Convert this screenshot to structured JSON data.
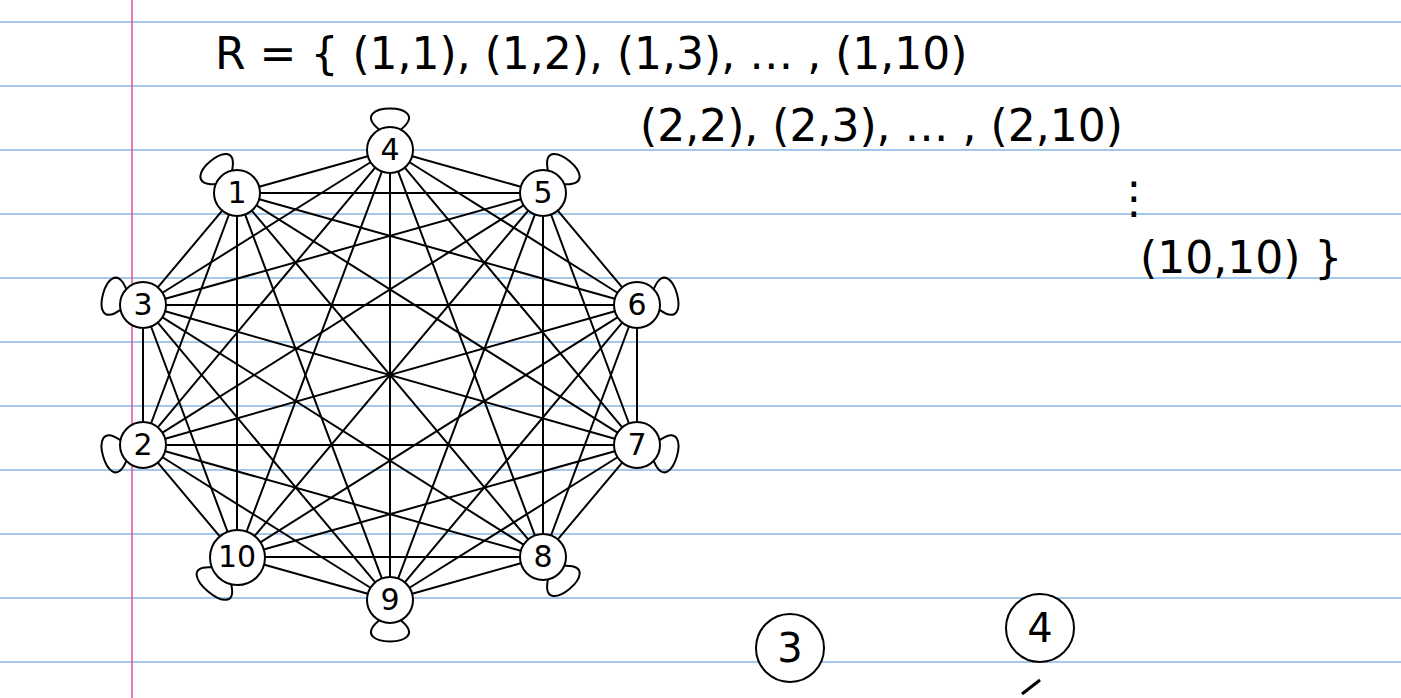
{
  "diagram": {
    "nodes": [
      {
        "text": [
          "1"
        ]
      },
      {
        "text": [
          "2"
        ]
      },
      {
        "text": [
          "3"
        ]
      },
      {
        "text": [
          "4"
        ]
      },
      {
        "text": [
          "5"
        ]
      },
      {
        "text": [
          "6"
        ]
      },
      {
        "text": [
          "7"
        ]
      },
      {
        "text": [
          "8"
        ]
      },
      {
        "text": [
          "9"
        ]
      },
      {
        "text": [
          "10"
        ]
      },
      {
        "text": [
          "3"
        ]
      },
      {
        "text": [
          "4"
        ]
      }
    ],
    "edges": [
      {
        "from": 0,
        "to": 0,
        "arrow": "none"
      },
      {
        "from": 0,
        "to": 1,
        "arrow": "none"
      },
      {
        "from": 0,
        "to": 2,
        "arrow": "none"
      },
      {
        "from": 0,
        "to": 3,
        "arrow": "none"
      },
      {
        "from": 0,
        "to": 4,
        "arrow": "none"
      },
      {
        "from": 0,
        "to": 5,
        "arrow": "none"
      },
      {
        "from": 0,
        "to": 6,
        "arrow": "none"
      },
      {
        "from": 0,
        "to": 7,
        "arrow": "none"
      },
      {
        "from": 0,
        "to": 8,
        "arrow": "none"
      },
      {
        "from": 0,
        "to": 9,
        "arrow": "none"
      },
      {
        "from": 1,
        "to": 1,
        "arrow": "none"
      },
      {
        "from": 1,
        "to": 2,
        "arrow": "none"
      },
      {
        "from": 1,
        "to": 3,
        "arrow": "none"
      },
      {
        "from": 1,
        "to": 4,
        "arrow": "none"
      },
      {
        "from": 1,
        "to": 5,
        "arrow": "none"
      },
      {
        "from": 1,
        "to": 6,
        "arrow": "none"
      },
      {
        "from": 1,
        "to": 7,
        "arrow": "none"
      },
      {
        "from": 1,
        "to": 8,
        "arrow": "none"
      },
      {
        "from": 1,
        "to": 9,
        "arrow": "none"
      },
      {
        "from": 2,
        "to": 2,
        "arrow": "none"
      },
      {
        "from": 2,
        "to": 3,
        "arrow": "none"
      },
      {
        "from": 2,
        "to": 4,
        "arrow": "none"
      },
      {
        "from": 2,
        "to": 5,
        "arrow": "none"
      },
      {
        "from": 2,
        "to": 6,
        "arrow": "none"
      },
      {
        "from": 2,
        "to": 7,
        "arrow": "none"
      },
      {
        "from": 2,
        "to": 8,
        "arrow": "none"
      },
      {
        "from": 2,
        "to": 9,
        "arrow": "none"
      },
      {
        "from": 3,
        "to": 3,
        "arrow": "none"
      },
      {
        "from": 3,
        "to": 4,
        "arrow": "none"
      },
      {
        "from": 3,
        "to": 5,
        "arrow": "none"
      },
      {
        "from": 3,
        "to": 6,
        "arrow": "none"
      },
      {
        "from": 3,
        "to": 7,
        "arrow": "none"
      },
      {
        "from": 3,
        "to": 8,
        "arrow": "none"
      },
      {
        "from": 3,
        "to": 9,
        "arrow": "none"
      },
      {
        "from": 4,
        "to": 4,
        "arrow": "none"
      },
      {
        "from": 4,
        "to": 5,
        "arrow": "none"
      },
      {
        "from": 4,
        "to": 6,
        "arrow": "none"
      },
      {
        "from": 4,
        "to": 7,
        "arrow": "none"
      },
      {
        "from": 4,
        "to": 8,
        "arrow": "none"
      },
      {
        "from": 4,
        "to": 9,
        "arrow": "none"
      },
      {
        "from": 5,
        "to": 5,
        "arrow": "none"
      },
      {
        "from": 5,
        "to": 6,
        "arrow": "none"
      },
      {
        "from": 5,
        "to": 7,
        "arrow": "none"
      },
      {
        "from": 5,
        "to": 8,
        "arrow": "none"
      },
      {
        "from": 5,
        "to": 9,
        "arrow": "none"
      },
      {
        "from": 6,
        "to": 6,
        "arrow": "none"
      },
      {
        "from": 6,
        "to": 7,
        "arrow": "none"
      },
      {
        "from": 6,
        "to": 8,
        "arrow": "none"
      },
      {
        "from": 6,
        "to": 9,
        "arrow": "none"
      },
      {
        "from": 7,
        "to": 7,
        "arrow": "none"
      },
      {
        "from": 7,
        "to": 8,
        "arrow": "none"
      },
      {
        "from": 7,
        "to": 9,
        "arrow": "none"
      },
      {
        "from": 8,
        "to": 8,
        "arrow": "none"
      },
      {
        "from": 8,
        "to": 9,
        "arrow": "none"
      },
      {
        "from": 9,
        "to": 9,
        "arrow": "none"
      }
    ],
    "labels": [
      "R = { (1,1), (1,2), (1,3), … , (1,10)",
      "(2,2), (2,3), … , (2,10)",
      "⋮",
      "(10,10) }"
    ]
  }
}
